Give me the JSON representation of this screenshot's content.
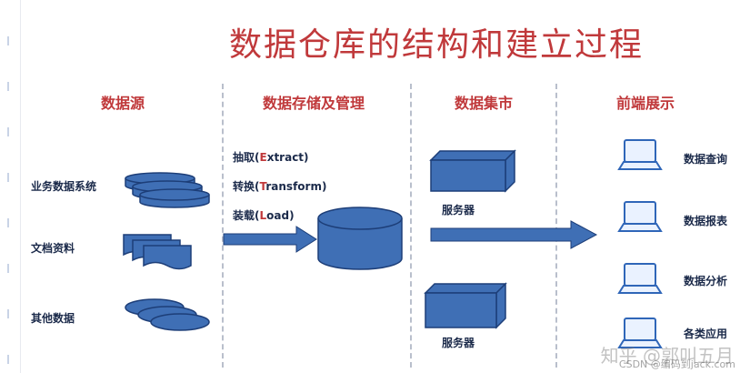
{
  "title": "数据仓库的结构和建立过程",
  "columns": [
    {
      "heading": "数据源"
    },
    {
      "heading": "数据存储及管理"
    },
    {
      "heading": "数据集市"
    },
    {
      "heading": "前端展示"
    }
  ],
  "sources": [
    "业务数据系统",
    "文档资料",
    "其他数据"
  ],
  "etl_steps": [
    {
      "prefix": "抽取(",
      "word": "E",
      "rest": "xtract)"
    },
    {
      "prefix": "转换(",
      "word": "T",
      "rest": "ransform)"
    },
    {
      "prefix": "装载(",
      "word": "L",
      "rest": "oad)"
    }
  ],
  "servers": [
    "服务器",
    "服务器"
  ],
  "frontend": [
    "数据查询",
    "数据报表",
    "数据分析",
    "各类应用"
  ],
  "watermark": "知乎 @郭叫五月",
  "watermark_small": "CSDN @编码到jack.com",
  "colors": {
    "accent": "#c0393b",
    "shape_fill": "#3f6fb5",
    "shape_stroke": "#1d3e78",
    "text": "#1b2a4a"
  }
}
